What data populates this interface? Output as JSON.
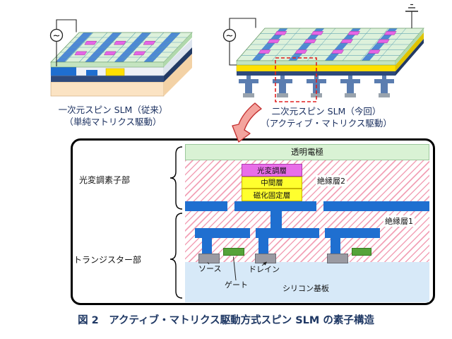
{
  "figure": {
    "caption": "図 2　アクティブ・マトリクス駆動方式スピン SLM の素子構造"
  },
  "top_diagrams": {
    "ac_symbol": "~",
    "left": {
      "title_line1": "一次元スピン SLM（従来）",
      "title_line2": "（単純マトリクス駆動）"
    },
    "right": {
      "title_line1": "二次元スピン SLM（今回）",
      "title_line2": "（アクティブ・マトリクス駆動）"
    }
  },
  "cross_section": {
    "transparent_electrode": "透明電極",
    "light_modulation_layer": "光変調層",
    "intermediate_layer": "中間層",
    "pinned_layer": "磁化固定層",
    "insulator2": "絶縁層2",
    "insulator1": "絶縁層1",
    "substrate": "シリコン基板",
    "section_top": "光変調素子部",
    "section_bottom": "トランジスター部",
    "source": "ソース",
    "drain": "ドレイン",
    "gate": "ゲート"
  },
  "colors": {
    "electrode_green": "#d9f2d4",
    "modulation_magenta": "#e86ee8",
    "layer_yellow": "#ffff2e",
    "metal_blue": "#1f6fd0",
    "insulator_hatch_pink": "#f296aa",
    "substrate_blue": "#d7e9f8",
    "gate_green": "#55a339",
    "contact_gray": "#9a9aa2",
    "highlight_red": "#e02020",
    "caption_navy": "#1f3864"
  }
}
